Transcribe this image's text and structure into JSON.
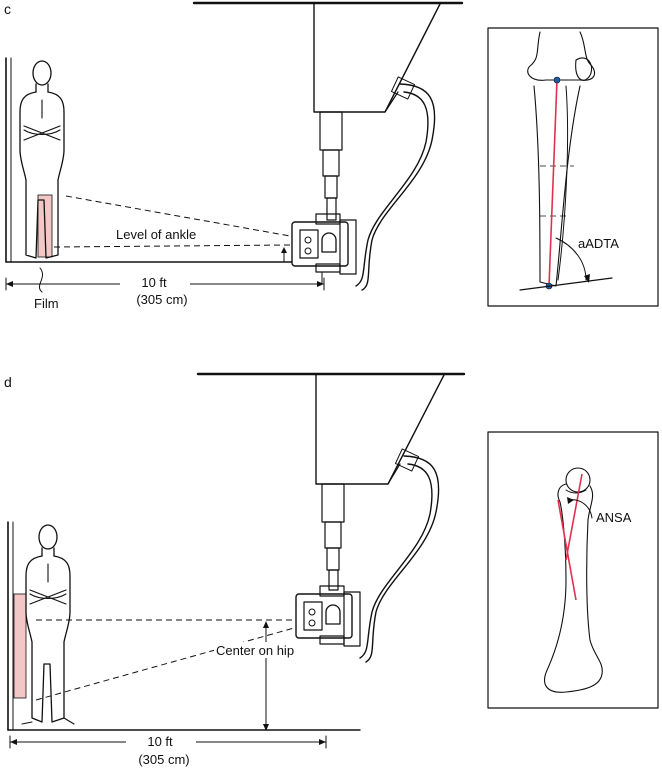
{
  "panels": {
    "c": {
      "label": "c",
      "film_label": "Film",
      "level_label": "Level of ankle",
      "distance_ft": "10 ft",
      "distance_cm": "(305 cm)",
      "angle_label": "aADTA"
    },
    "d": {
      "label": "d",
      "center_label": "Center on hip",
      "distance_ft": "10 ft",
      "distance_cm": "(305 cm)",
      "angle_label": "ANSA"
    }
  },
  "colors": {
    "line": "#111111",
    "film_fill": "#f4c7c7",
    "measure_line": "#e0324f",
    "landmark_dot": "#1f5aa6"
  },
  "icons": [
    "person-figure-icon",
    "xray-tube-icon",
    "ceiling-mount-icon",
    "tibia-bone-icon",
    "femur-bone-icon"
  ]
}
